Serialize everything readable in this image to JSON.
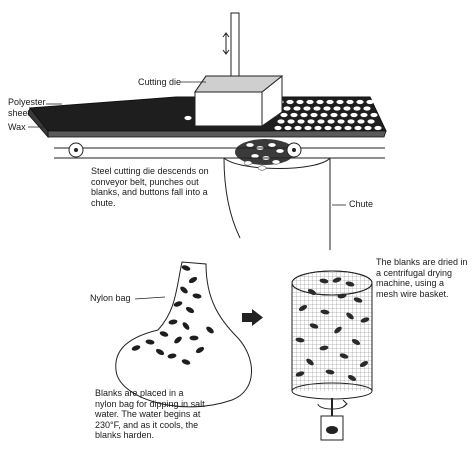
{
  "labels": {
    "cutting_die": "Cutting die",
    "polyester_sheet": "Polyester\nsheet",
    "wax": "Wax",
    "chute": "Chute",
    "nylon_bag": "Nylon bag"
  },
  "captions": {
    "cutting": "Steel cutting die descends on conveyor belt, punches out blanks, and buttons fall into a chute.",
    "dipping": "Blanks are placed in a nylon bag for dipping in salt water. The water begins at 230°F, and as it cools, the blanks harden.",
    "drying": "The blanks are dried in a centrifugal drying machine, using a mesh wire basket."
  },
  "icons": [
    "up-down-arrow-icon",
    "process-arrow-icon",
    "rotation-arrow-icon"
  ]
}
